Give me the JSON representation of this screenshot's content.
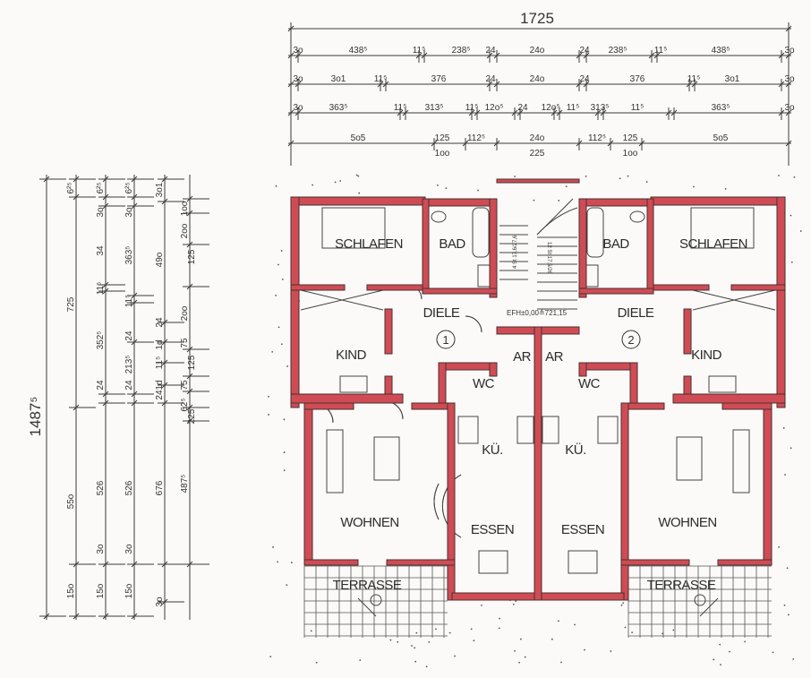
{
  "title": "Grundriss Doppelhaus Erdgeschoss",
  "colors": {
    "wall": "#cf4c55",
    "wall_outline": "#4a2f2f",
    "line": "#3a3a3a",
    "paper": "#fbfaf8"
  },
  "dimensions": {
    "top": {
      "total": "1725",
      "row1": [
        "3o",
        "438⁵",
        "11⁵",
        "238⁵",
        "24",
        "24o",
        "24",
        "238⁵",
        "11⁵",
        "438⁵",
        "3o"
      ],
      "row2": [
        "3o",
        "3o1",
        "11⁵",
        "376",
        "24",
        "24o",
        "24",
        "376",
        "11⁵",
        "3o1",
        "3o"
      ],
      "row3": [
        "3o",
        "363⁵",
        "11⁵",
        "313⁵",
        "11⁵",
        "12o⁵",
        "24",
        "12o⁵",
        "11⁵",
        "313⁵",
        "11⁵",
        "363⁵",
        "3o"
      ],
      "row4": [
        "5o5",
        "125",
        "112⁵",
        "24o",
        "112⁵",
        "125",
        "5o5"
      ],
      "row4_sub": [
        "1oo",
        "225",
        "1oo"
      ]
    },
    "left": {
      "total": "1487⁵",
      "col1": [
        "6²⁵",
        "725",
        "55o",
        "15o"
      ],
      "col2": [
        "6²⁵",
        "3o",
        "34",
        "11⁵",
        "352⁵",
        "24",
        "526",
        "3o",
        "15o"
      ],
      "col3": [
        "6²⁵",
        "3o",
        "363⁵",
        "11⁵",
        "24",
        "213⁵",
        "24",
        "526",
        "3o",
        "15o"
      ],
      "col4": [
        "3o1",
        "49o",
        "24",
        "1d",
        "11⁵",
        "1d",
        "24",
        "676",
        "3o"
      ],
      "col5": [
        "1oo",
        "2oo",
        "125",
        "2oo",
        "75",
        "125",
        "75",
        "62⁵",
        "225",
        "487⁵"
      ]
    }
  },
  "rooms": {
    "unit1": {
      "number": "1",
      "schlafen": "SCHLAFEN",
      "bad": "BAD",
      "diele": "DIELE",
      "kind": "KIND",
      "ar": "AR",
      "wc": "WC",
      "kueche": "KÜ.",
      "wohnen": "WOHNEN",
      "essen": "ESSEN",
      "terrasse": "TERRASSE"
    },
    "unit2": {
      "number": "2",
      "schlafen": "SCHLAFEN",
      "bad": "BAD",
      "diele": "DIELE",
      "kind": "KIND",
      "ar": "AR",
      "wc": "WC",
      "kueche": "KÜ.",
      "wohnen": "WOHNEN",
      "essen": "ESSEN",
      "terrasse": "TERRASSE"
    }
  },
  "annotations": {
    "floor_level": "EFH±0,00≙721,15",
    "stair_1": "4 St 17,6/27,6",
    "stair_2": "12 St 17,5/26"
  }
}
